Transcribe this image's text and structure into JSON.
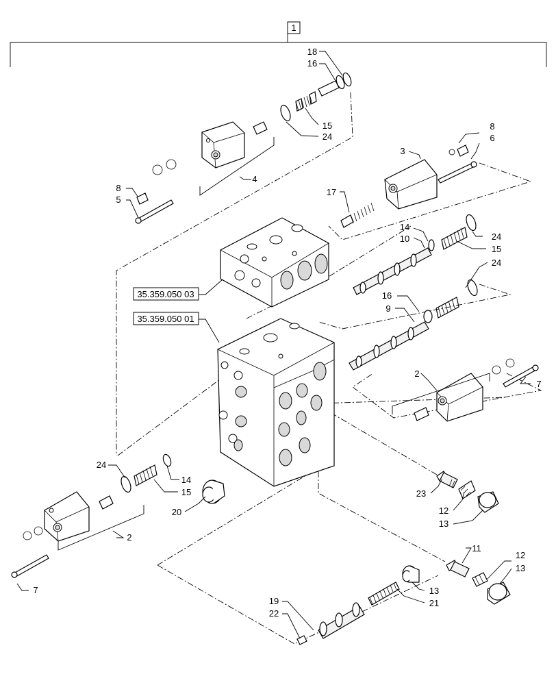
{
  "assembly": {
    "number": "1",
    "reference_1": "35.359.050 03",
    "reference_2": "35.359.050 01"
  },
  "callouts": [
    {
      "id": "c18a",
      "label": "18"
    },
    {
      "id": "c16a",
      "label": "16"
    },
    {
      "id": "c15a",
      "label": "15"
    },
    {
      "id": "c24a",
      "label": "24"
    },
    {
      "id": "c4",
      "label": "4"
    },
    {
      "id": "c8a",
      "label": "8"
    },
    {
      "id": "c5",
      "label": "5"
    },
    {
      "id": "c3",
      "label": "3"
    },
    {
      "id": "c8b",
      "label": "8"
    },
    {
      "id": "c6",
      "label": "6"
    },
    {
      "id": "c17",
      "label": "17"
    },
    {
      "id": "c14a",
      "label": "14"
    },
    {
      "id": "c10",
      "label": "10"
    },
    {
      "id": "c24b",
      "label": "24"
    },
    {
      "id": "c15b",
      "label": "15"
    },
    {
      "id": "c24c",
      "label": "24"
    },
    {
      "id": "c16b",
      "label": "16"
    },
    {
      "id": "c9",
      "label": "9"
    },
    {
      "id": "c2a",
      "label": "2"
    },
    {
      "id": "c7a",
      "label": "7"
    },
    {
      "id": "c24d",
      "label": "24"
    },
    {
      "id": "c14b",
      "label": "14"
    },
    {
      "id": "c15c",
      "label": "15"
    },
    {
      "id": "c20",
      "label": "20"
    },
    {
      "id": "c2b",
      "label": "2"
    },
    {
      "id": "c7b",
      "label": "7"
    },
    {
      "id": "c23",
      "label": "23"
    },
    {
      "id": "c12a",
      "label": "12"
    },
    {
      "id": "c13a",
      "label": "13"
    },
    {
      "id": "c11",
      "label": "11"
    },
    {
      "id": "c12b",
      "label": "12"
    },
    {
      "id": "c13b",
      "label": "13"
    },
    {
      "id": "c13c",
      "label": "13"
    },
    {
      "id": "c21",
      "label": "21"
    },
    {
      "id": "c19",
      "label": "19"
    },
    {
      "id": "c22",
      "label": "22"
    }
  ]
}
